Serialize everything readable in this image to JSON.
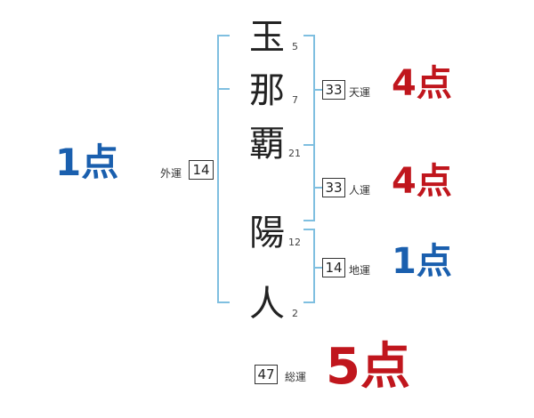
{
  "name": {
    "chars": [
      {
        "char": "玉",
        "strokes": "5"
      },
      {
        "char": "那",
        "strokes": "7"
      },
      {
        "char": "覇",
        "strokes": "21"
      },
      {
        "char": "陽",
        "strokes": "12"
      },
      {
        "char": "人",
        "strokes": "2"
      }
    ]
  },
  "unsei": {
    "gaiun": {
      "label": "外運",
      "value": "14",
      "score": "1点"
    },
    "tenun": {
      "label": "天運",
      "value": "33",
      "score": "4点"
    },
    "jinun": {
      "label": "人運",
      "value": "33",
      "score": "4点"
    },
    "chiun": {
      "label": "地運",
      "value": "14",
      "score": "1点"
    },
    "souun": {
      "label": "総運",
      "value": "47",
      "score": "5点"
    }
  },
  "colors": {
    "bracket": "#7fbfe0",
    "score_good": "#c0161d",
    "score_bad": "#1a5fae",
    "box_border": "#333333"
  }
}
